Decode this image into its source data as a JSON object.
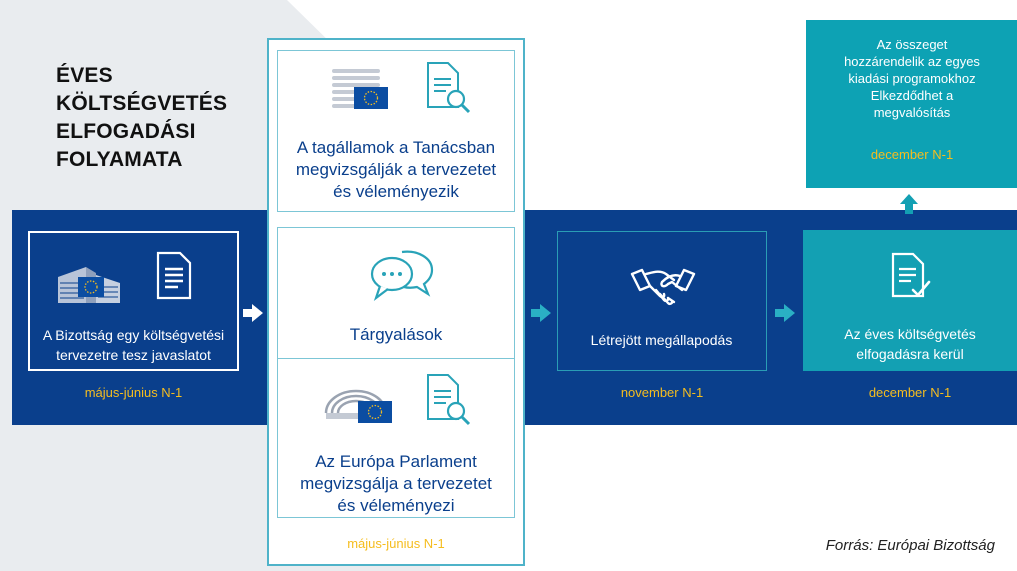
{
  "title_lines": [
    "ÉVES",
    "KÖLTSÉGVETÉS",
    "ELFOGADÁSI",
    "FOLYAMATA"
  ],
  "steps": {
    "commission": {
      "text_lines": [
        "A Bizottság egy költségvetési",
        "tervezetre tesz javaslatot"
      ],
      "date": "május-június N-1"
    },
    "council": {
      "text_lines": [
        "A tagállamok a Tanácsban",
        "megvizsgálják a tervezetet",
        "és véleményezik"
      ]
    },
    "negotiation": {
      "text": "Tárgyalások"
    },
    "parliament": {
      "text_lines": [
        "Az Európa Parlament",
        "megvizsgálja a tervezetet",
        "és véleményezi"
      ],
      "date": "május-június N-1"
    },
    "agreement": {
      "text": "Létrejött megállapodás",
      "date": "november N-1"
    },
    "adoption": {
      "text_lines": [
        "Az éves költségvetés",
        "elfogadásra kerül"
      ],
      "date": "december N-1"
    },
    "allocation": {
      "text_lines": [
        "Az összeget",
        "hozzárendelik az egyes",
        "kiadási programokhoz",
        "Elkezdődhet a",
        "megvalósítás"
      ],
      "date": "december N-1"
    }
  },
  "source": "Forrás: Európai Bizottság",
  "colors": {
    "navy": "#0a3f8c",
    "teal": "#0da2b4",
    "yellow": "#f5bd1f",
    "light_grey": "#e9ecef"
  },
  "icons": [
    "berlaymont-building-icon",
    "document-icon",
    "council-building-icon",
    "document-search-icon",
    "speech-bubbles-icon",
    "parliament-hemicycle-icon",
    "handshake-icon",
    "checked-document-icon",
    "arrow-right-icon",
    "arrow-up-icon"
  ]
}
